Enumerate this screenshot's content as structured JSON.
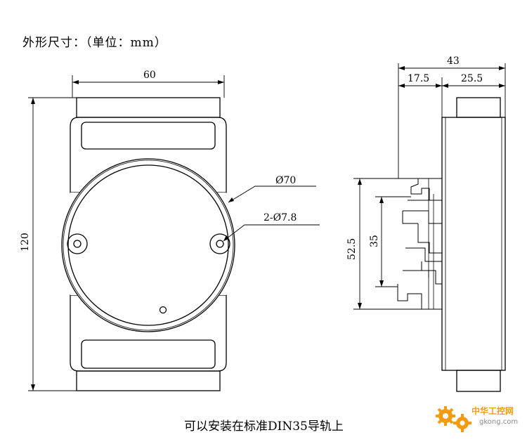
{
  "title": "外形尺寸：（单位：mm）",
  "caption": "可以安装在标准DIN35导轨上",
  "front_view": {
    "width_dim": "60",
    "height_dim": "120",
    "circle_dim": "Ø70",
    "hole_dim": "2-Ø7.8"
  },
  "side_view": {
    "overall_width_dim": "43",
    "left_part_dim": "17.5",
    "right_part_dim": "25.5",
    "rail_height_dim": "52.5",
    "rail_inner_dim": "35"
  },
  "watermark": {
    "brand_cn": "中华工控网",
    "site": "gkong.com",
    "color": "#f39c12"
  }
}
